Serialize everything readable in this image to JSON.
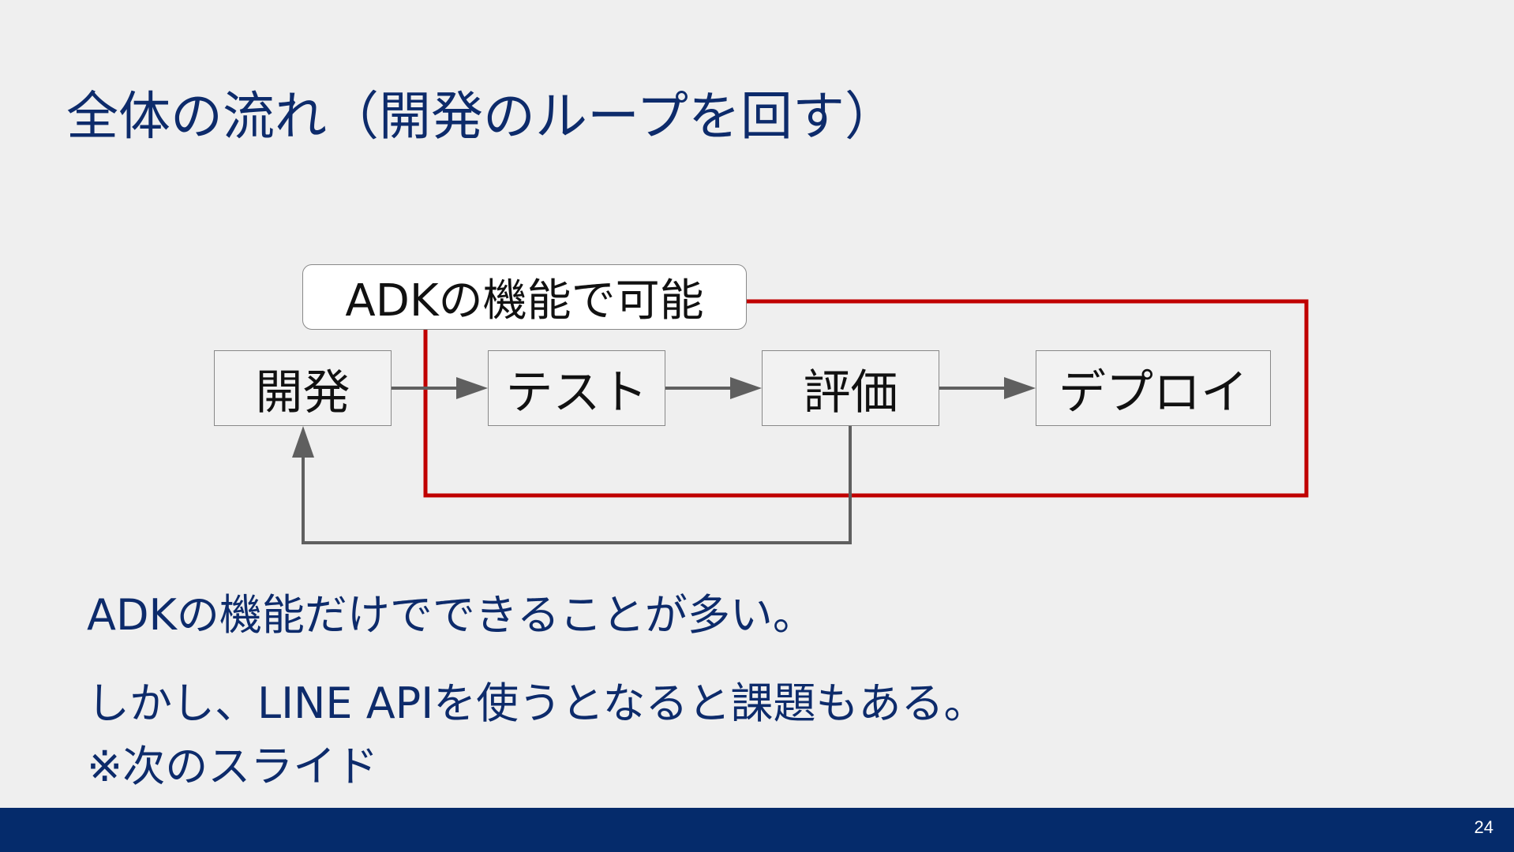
{
  "slide": {
    "title": "全体の流れ（開発のループを回す）",
    "page_number": "24"
  },
  "diagram": {
    "callout": "ADKの機能で可能",
    "steps": [
      "開発",
      "テスト",
      "評価",
      "デプロイ"
    ],
    "colors": {
      "flow_arrow": "#5f5f5f",
      "adk_scope": "#c00000"
    }
  },
  "body": {
    "line1": "ADKの機能だけでできることが多い。",
    "line2": "しかし、LINE APIを使うとなると課題もある。",
    "line3": "※次のスライド"
  },
  "theme": {
    "title_color": "#0d2b6b",
    "footer_color": "#052b6b"
  }
}
